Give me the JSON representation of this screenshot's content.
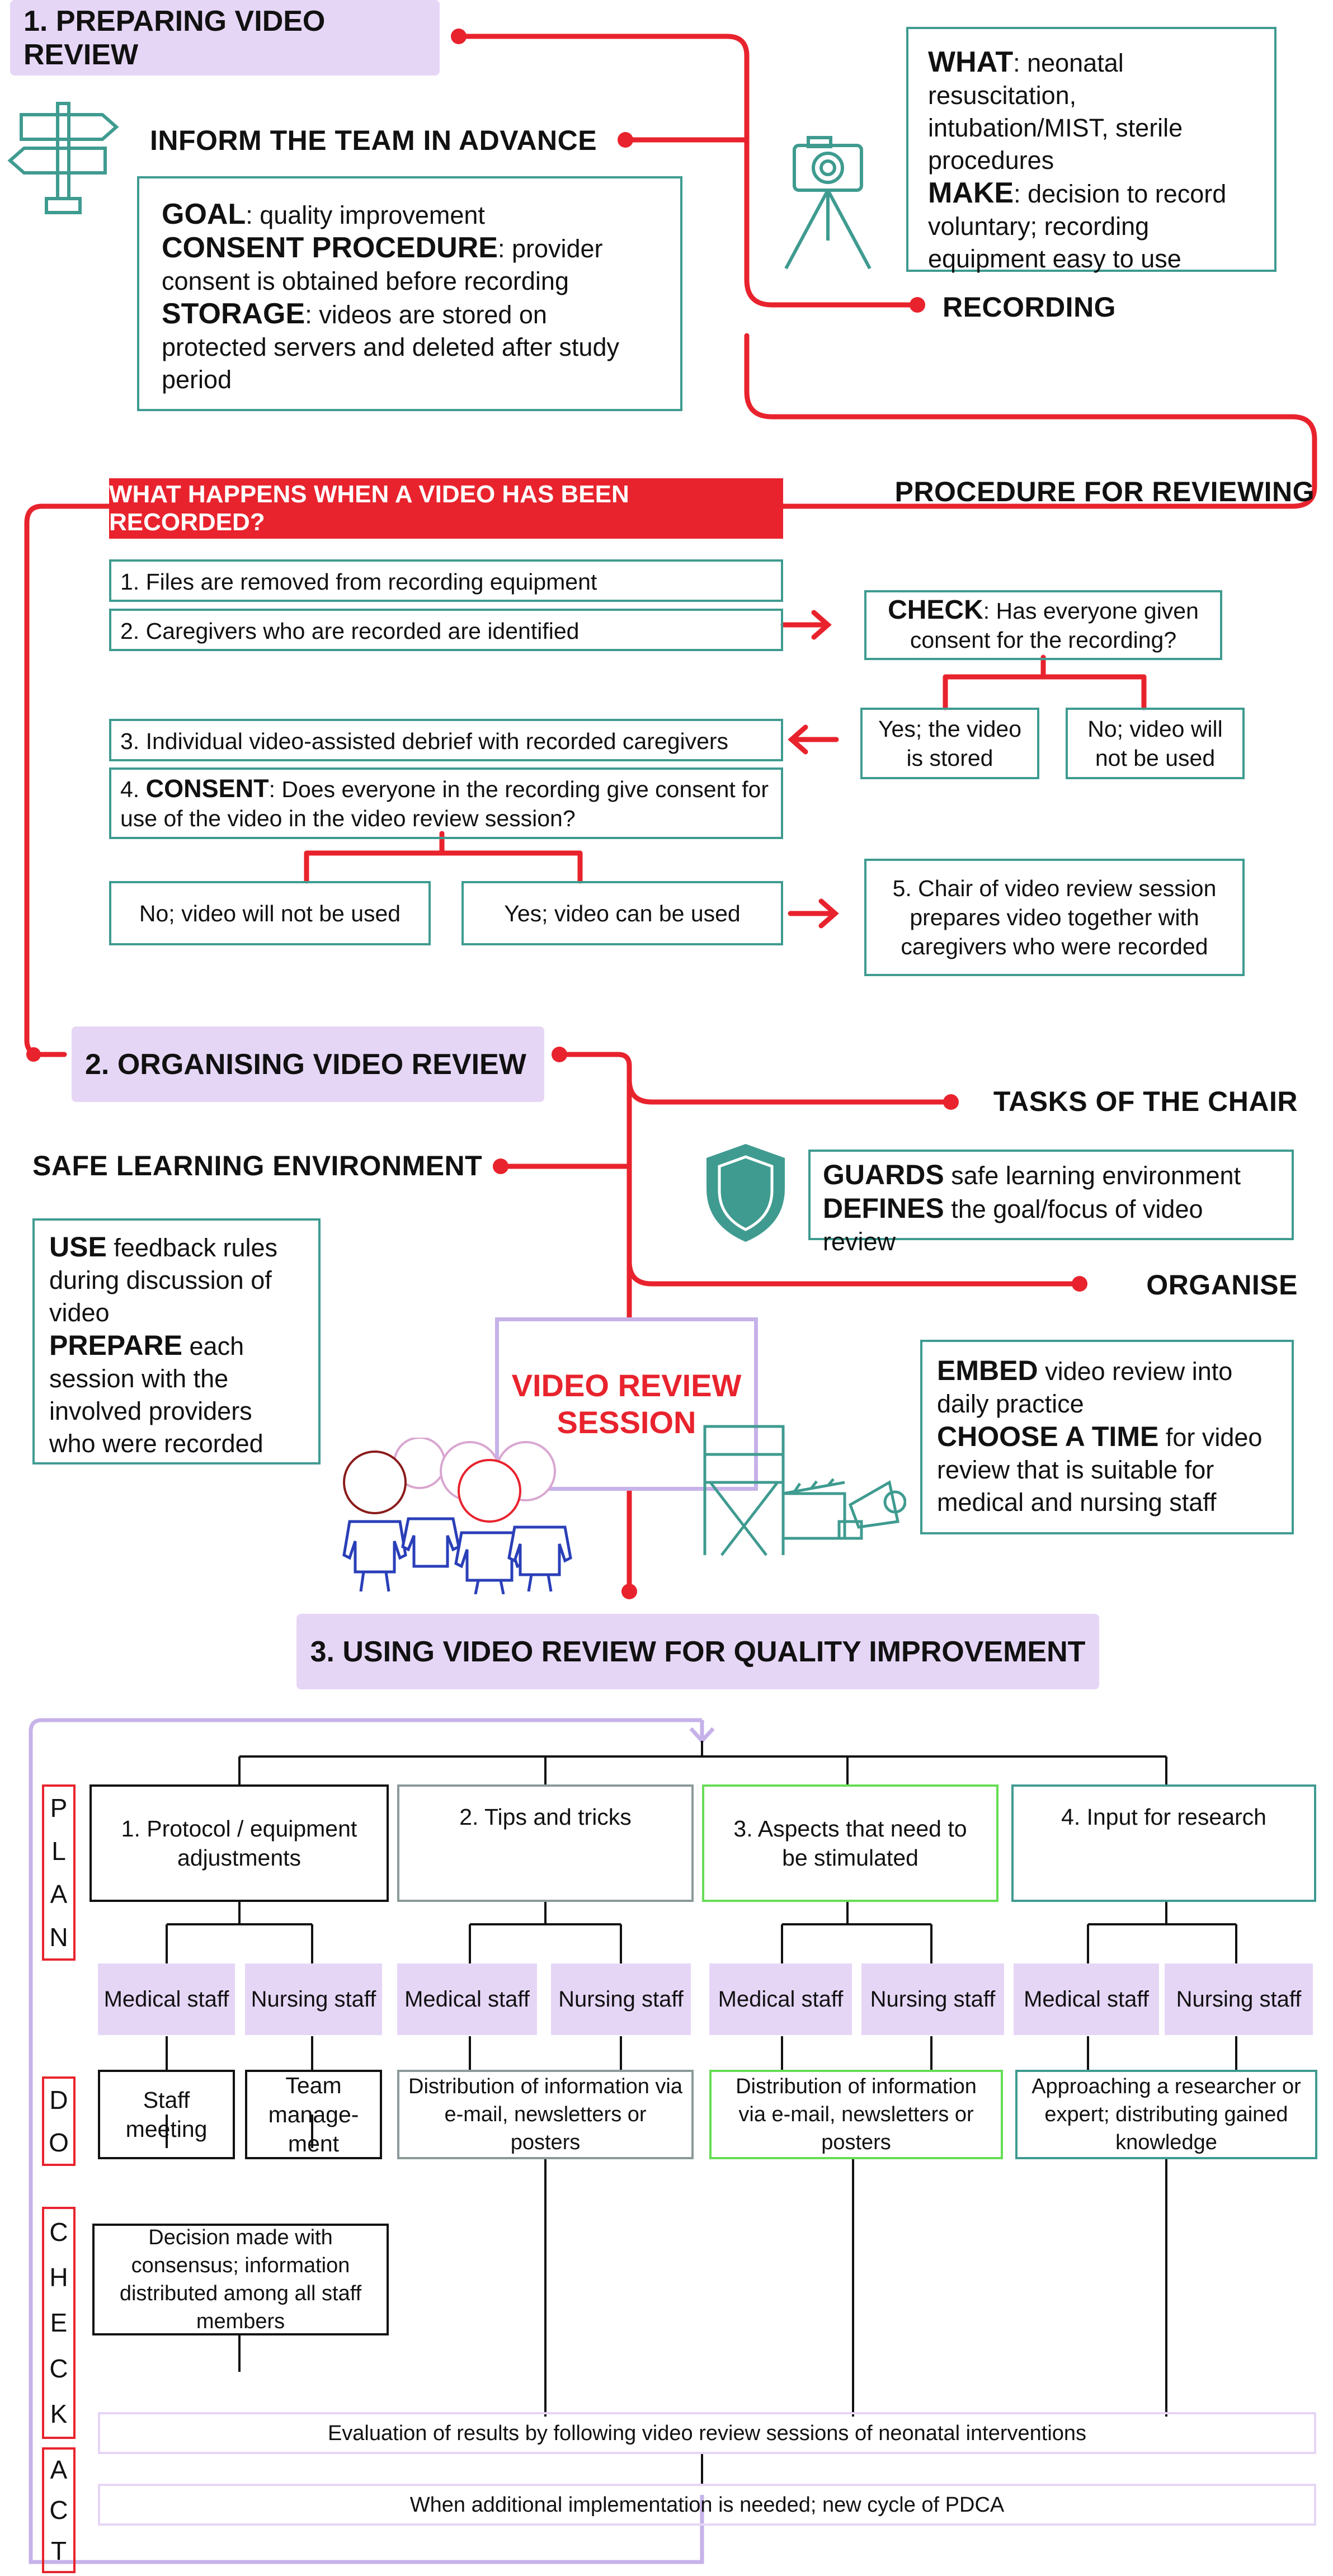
{
  "section1": {
    "title": "1. PREPARING VIDEO REVIEW",
    "inform_heading": "INFORM THE TEAM IN ADVANCE",
    "goal_label": "GOAL",
    "goal_text": ": quality improvement",
    "consent_label": "CONSENT PROCEDURE",
    "consent_text": ": provider consent is obtained before recording",
    "storage_label": "STORAGE",
    "storage_text": ": videos are stored on protected servers and deleted after study period",
    "what_label": "WHAT",
    "what_text": ": neonatal resuscitation, intubation/MIST, sterile procedures",
    "make_label": "MAKE",
    "make_text": ": decision to record voluntary; recording equipment easy to use",
    "recording_heading": "RECORDING",
    "procedure_heading": "PROCEDURE FOR REVIEWING"
  },
  "recorded": {
    "question": "WHAT HAPPENS WHEN A VIDEO HAS BEEN RECORDED?",
    "step1": "1. Files are removed from recording equipment",
    "step2": "2. Caregivers who are recorded are identified",
    "check_label": "CHECK",
    "check_text": ": Has everyone given consent for the recording?",
    "check_yes": "Yes; the video is stored",
    "check_no": "No; video will not be used",
    "step3": "3. Individual video-assisted debrief with recorded caregivers",
    "step4_prefix": "4. ",
    "step4_label": "CONSENT",
    "step4_text": ": Does everyone in the recording give consent for use of the video in the video review session?",
    "consent_no": "No; video will not be used",
    "consent_yes": "Yes; video can be used",
    "step5": "5. Chair of video review session prepares video together with caregivers who were recorded"
  },
  "section2": {
    "title": "2. ORGANISING VIDEO REVIEW",
    "tasks_heading": "TASKS OF THE CHAIR",
    "guards_label": "GUARDS",
    "guards_text": " safe learning environment",
    "defines_label": "DEFINES",
    "defines_text": " the goal/focus of video review",
    "safe_heading": "SAFE LEARNING ENVIRONMENT",
    "use_label": "USE",
    "use_text": " feedback rules during discussion of video",
    "prepare_label": "PREPARE",
    "prepare_text": " each session with the involved providers who were recorded",
    "organise_heading": "ORGANISE",
    "embed_label": "EMBED",
    "embed_text": " video review into daily practice",
    "choose_label": "CHOOSE A TIME",
    "choose_text": " for video review that is suitable for medical and nursing staff",
    "session_label": "VIDEO REVIEW SESSION"
  },
  "section3": {
    "title": "3. USING VIDEO REVIEW FOR QUALITY IMPROVEMENT",
    "pdca_plan": [
      "P",
      "L",
      "A",
      "N"
    ],
    "pdca_do": [
      "D",
      "O"
    ],
    "pdca_check": [
      "C",
      "H",
      "E",
      "C",
      "K"
    ],
    "pdca_act": [
      "A",
      "C",
      "T"
    ],
    "columns": [
      {
        "title": "1. Protocol / equipment adjustments",
        "medical": "Medical staff",
        "nursing": "Nursing staff",
        "do_medical": "Staff meeting",
        "do_nursing": "Team manage-ment",
        "border": "#111111"
      },
      {
        "title": "2. Tips and tricks",
        "medical": "Medical staff",
        "nursing": "Nursing staff",
        "do": "Distribution of information via e-mail, newsletters or posters",
        "border": "#8a9a98"
      },
      {
        "title": "3. Aspects that need to be stimulated",
        "medical": "Medical staff",
        "nursing": "Nursing staff",
        "do": "Distribution of information via e-mail, newsletters or posters",
        "border": "#66dd55"
      },
      {
        "title": "4. Input for research",
        "medical": "Medical staff",
        "nursing": "Nursing staff",
        "do": "Approaching a researcher or expert; distributing gained knowledge",
        "border": "#3f9b90"
      }
    ],
    "check_text": "Decision made with consensus; information distributed among all staff members",
    "evaluation": "Evaluation of results by following video review sessions of neonatal interventions",
    "act": "When additional implementation is needed; new cycle of PDCA"
  },
  "colors": {
    "red": "#e8232d",
    "teal": "#3f9b90",
    "lavender": "#e6d6f6",
    "lavender_line": "#c6b2e9"
  }
}
